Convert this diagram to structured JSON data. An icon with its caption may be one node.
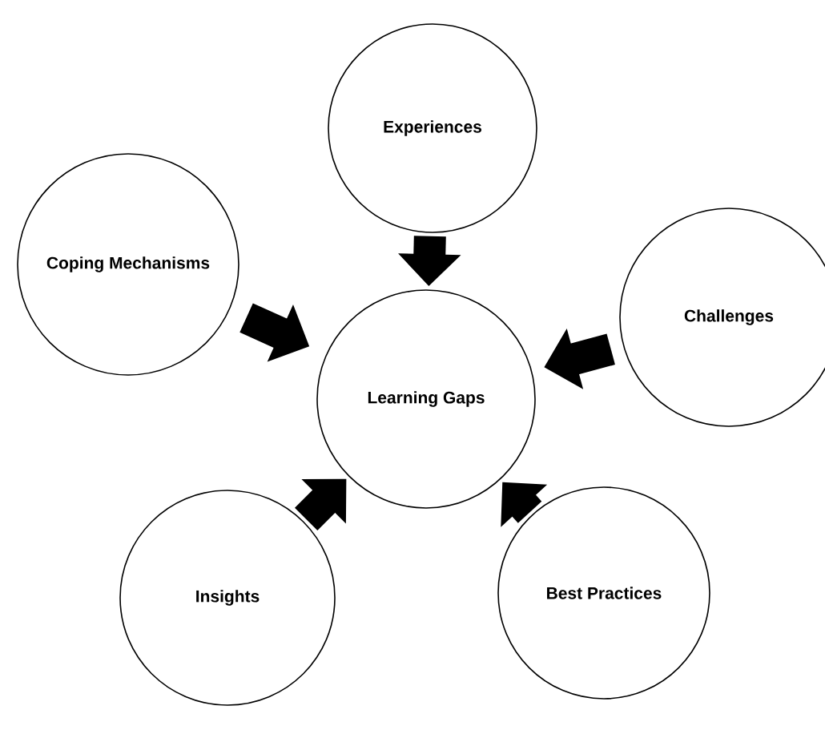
{
  "diagram": {
    "nodes": [
      {
        "text": [
          "Experiences"
        ]
      },
      {
        "text": [
          "Coping Mechanisms"
        ]
      },
      {
        "text": [
          "Challenges"
        ]
      },
      {
        "text": [
          "Learning Gaps"
        ]
      },
      {
        "text": [
          "Insights"
        ]
      },
      {
        "text": [
          "Best Practices"
        ]
      }
    ],
    "edges": [
      {
        "from": 0,
        "to": 3,
        "arrow": "to"
      },
      {
        "from": 1,
        "to": 3,
        "arrow": "to"
      },
      {
        "from": 2,
        "to": 3,
        "arrow": "to"
      },
      {
        "from": 4,
        "to": 3,
        "arrow": "to"
      },
      {
        "from": 5,
        "to": 3,
        "arrow": "to"
      }
    ]
  }
}
